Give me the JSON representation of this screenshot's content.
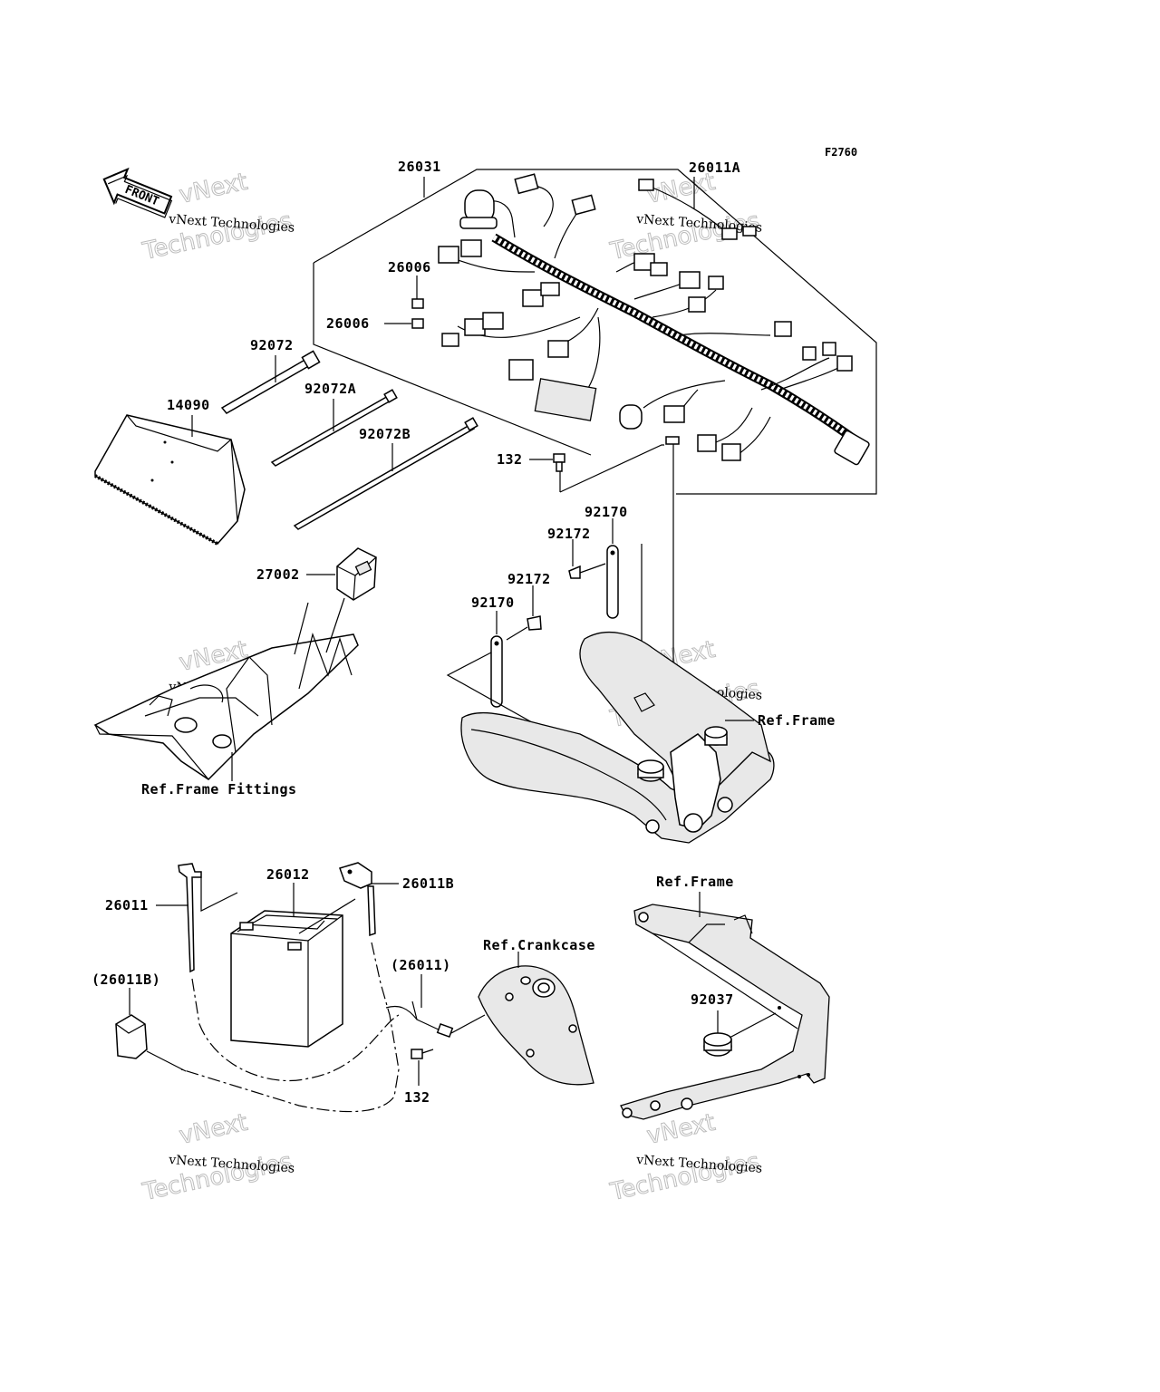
{
  "figure_code": "F2760",
  "front_label": "FRONT",
  "watermark": {
    "line1": "vNext",
    "line2": "Technologies",
    "caption": "vNext Technologies"
  },
  "parts": {
    "p26031": "26031",
    "p26011A": "26011A",
    "p26006a": "26006",
    "p26006b": "26006",
    "p92072": "92072",
    "p92072A": "92072A",
    "p92072B": "92072B",
    "p14090": "14090",
    "p132a": "132",
    "p92170a": "92170",
    "p92172a": "92172",
    "p92172b": "92172",
    "p92170b": "92170",
    "p27002": "27002",
    "ref_frame_1": "Ref.Frame",
    "ref_frame_fittings": "Ref.Frame Fittings",
    "p26012": "26012",
    "p26011B": "26011B",
    "p26011": "26011",
    "ref_frame_2": "Ref.Frame",
    "ref_crankcase": "Ref.Crankcase",
    "p26011_paren": "(26011)",
    "p26011B_paren": "(26011B)",
    "p92037": "92037",
    "p132b": "132"
  }
}
